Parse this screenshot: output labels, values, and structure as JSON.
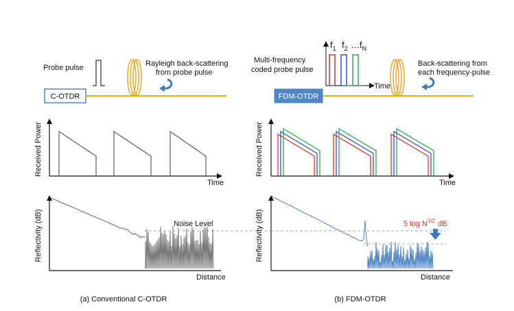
{
  "left": {
    "box_label": "C-OTDR",
    "probe_label": "Probe pulse",
    "scatter_line1": "Rayleigh back-scattering",
    "scatter_line2": "from probe pulse",
    "power_ylabel": "Received Power",
    "power_xlabel": "Time",
    "refl_ylabel": "Reflectivity (dB)",
    "refl_xlabel": "Distance",
    "noise_label": "Noise Level",
    "caption": "(a) Conventional C-OTDR"
  },
  "right": {
    "box_label": "FDM-OTDR",
    "probe_line1": "Multi-frequency",
    "probe_line2": "coded probe pulse",
    "inset_time": "Time",
    "f1": "f",
    "f1_sub": "1",
    "f2": "f",
    "f2_sub": "2",
    "ellipsis": "…",
    "fN": "f",
    "fN_sub": "N",
    "scatter_line1": "Back-scattering from",
    "scatter_line2": "each frequency-pulse",
    "power_ylabel": "Received Power",
    "power_xlabel": "Time",
    "refl_ylabel": "Reflectivity (dB)",
    "refl_xlabel": "Distance",
    "gain_text": "5 log N",
    "gain_sup": "1/2",
    "gain_unit": "dB",
    "caption": "(b) FDM-OTDR"
  },
  "colors": {
    "fiber": "#E9A825",
    "fdm_box": "#4F86C6",
    "left_trace": "#666666",
    "right_trace": "#4E86C4",
    "f1": "#E0302A",
    "f2": "#2B55C8",
    "fN": "#2FA84B",
    "gain": "#E0302A",
    "noise_dash": "#A8A8A8",
    "arrow": "#3E79BC"
  },
  "icons": {
    "fiber_coil": "fiber-coil-icon",
    "return_arrow": "curved-return-arrow-icon",
    "down_arrow": "down-arrow-icon"
  }
}
